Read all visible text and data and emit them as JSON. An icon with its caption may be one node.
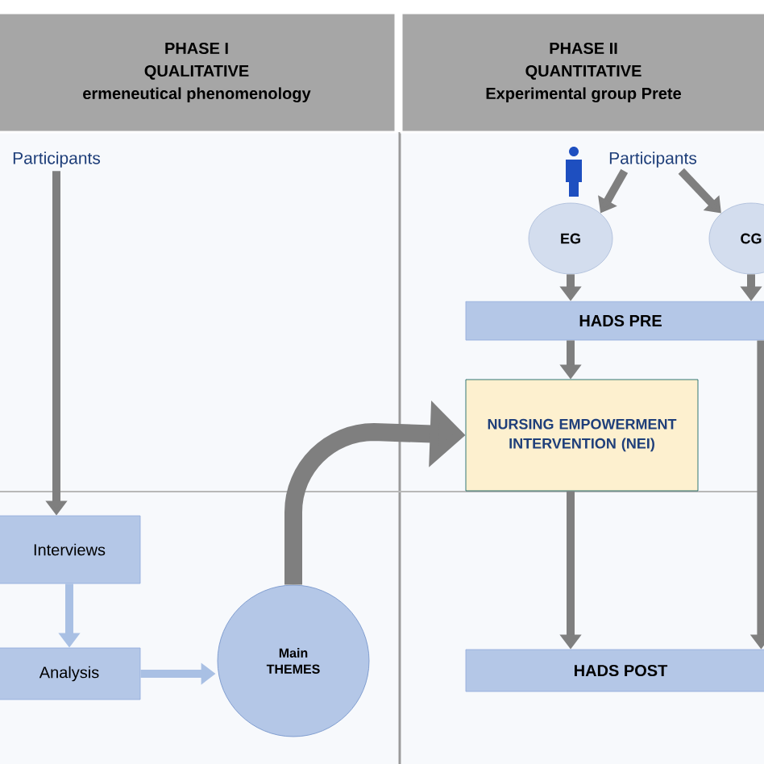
{
  "diagram": {
    "nodes": [
      {
        "text": [
          "PHASE  I",
          "QUALITATIVE",
          "ermeneutical phenomenology"
        ]
      },
      {
        "text": [
          "PHASE  II",
          "QUANTITATIVE",
          "Experimental group Prete"
        ]
      },
      {
        "text": [
          "Participants"
        ]
      },
      {
        "text": [
          "Interviews"
        ]
      },
      {
        "text": [
          "Analysis"
        ]
      },
      {
        "text": [
          "Main THEMES"
        ]
      },
      {
        "text": [
          "Participants"
        ]
      },
      {
        "text": [
          "EG"
        ]
      },
      {
        "text": [
          "CG"
        ]
      },
      {
        "text": [
          "HADS PRE"
        ]
      },
      {
        "text": [
          "NURSING EMPOWERMENT INTERVENTION (NEI)"
        ]
      },
      {
        "text": [
          "HADS POST"
        ]
      }
    ],
    "edges": [
      {
        "from": 2,
        "to": 3,
        "arrow": "to"
      },
      {
        "from": 3,
        "to": 4,
        "arrow": "to",
        "color": "#a9c0e4"
      },
      {
        "from": 4,
        "to": 5,
        "arrow": "to",
        "color": "#a9c0e4"
      },
      {
        "from": 5,
        "to": 10,
        "arrow": "to",
        "style": "thick"
      },
      {
        "from": 6,
        "to": 7,
        "arrow": "to"
      },
      {
        "from": 6,
        "to": 8,
        "arrow": "to"
      },
      {
        "from": 7,
        "to": 9,
        "arrow": "to"
      },
      {
        "from": 8,
        "to": 9,
        "arrow": "to"
      },
      {
        "from": 9,
        "to": 10,
        "arrow": "to"
      },
      {
        "from": 10,
        "to": 11,
        "arrow": "to"
      },
      {
        "from": 9,
        "to": 11,
        "arrow": "to"
      }
    ]
  }
}
